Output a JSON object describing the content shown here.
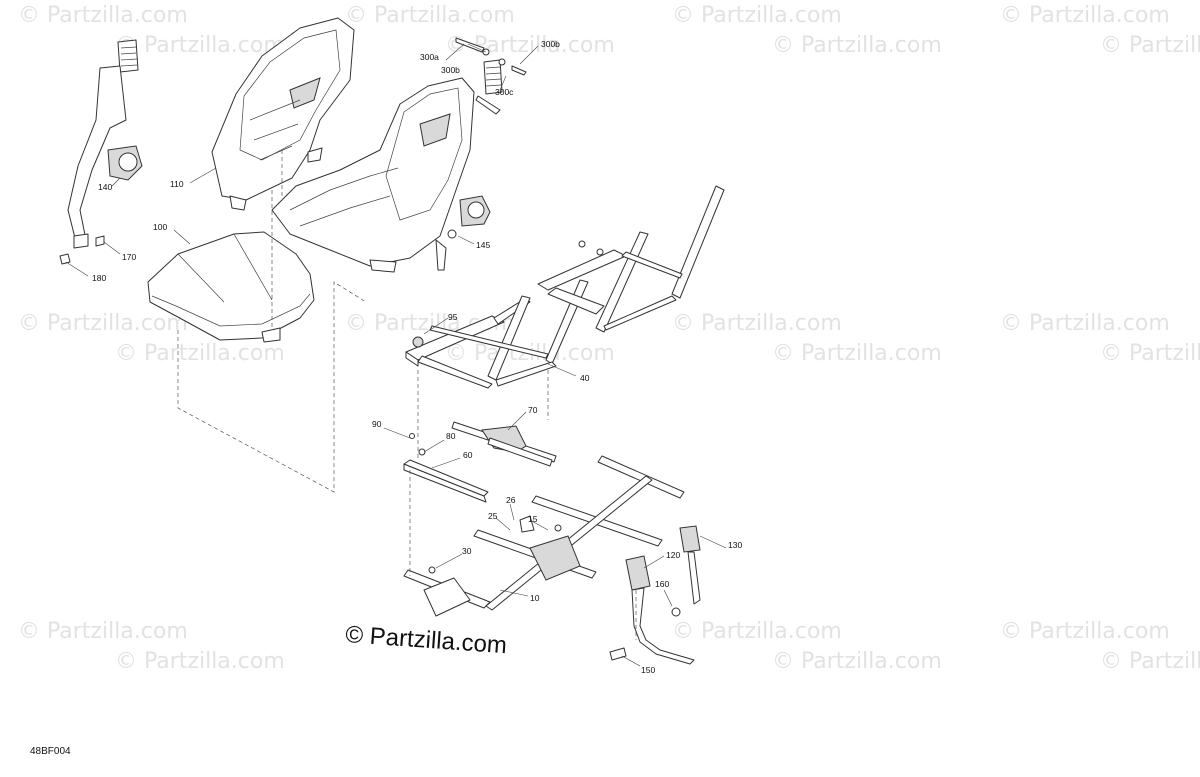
{
  "watermark": "© Partzilla.com",
  "brand_label": "© Partzilla.com",
  "diagram_id": "48BF004",
  "callouts": [
    {
      "key": "c300a",
      "text": "300a"
    },
    {
      "key": "c300b_1",
      "text": "300b"
    },
    {
      "key": "c300b_2",
      "text": "300b"
    },
    {
      "key": "c300c",
      "text": "300c"
    },
    {
      "key": "c110",
      "text": "110"
    },
    {
      "key": "c140",
      "text": "140"
    },
    {
      "key": "c100",
      "text": "100"
    },
    {
      "key": "c170",
      "text": "170"
    },
    {
      "key": "c180",
      "text": "180"
    },
    {
      "key": "c145",
      "text": "145"
    },
    {
      "key": "c95",
      "text": "95"
    },
    {
      "key": "c40",
      "text": "40"
    },
    {
      "key": "c90",
      "text": "90"
    },
    {
      "key": "c80",
      "text": "80"
    },
    {
      "key": "c70",
      "text": "70"
    },
    {
      "key": "c60",
      "text": "60"
    },
    {
      "key": "c26",
      "text": "26"
    },
    {
      "key": "c25",
      "text": "25"
    },
    {
      "key": "c15",
      "text": "15"
    },
    {
      "key": "c30",
      "text": "30"
    },
    {
      "key": "c120",
      "text": "120"
    },
    {
      "key": "c130",
      "text": "130"
    },
    {
      "key": "c160",
      "text": "160"
    },
    {
      "key": "c10",
      "text": "10"
    },
    {
      "key": "c150",
      "text": "150"
    }
  ]
}
